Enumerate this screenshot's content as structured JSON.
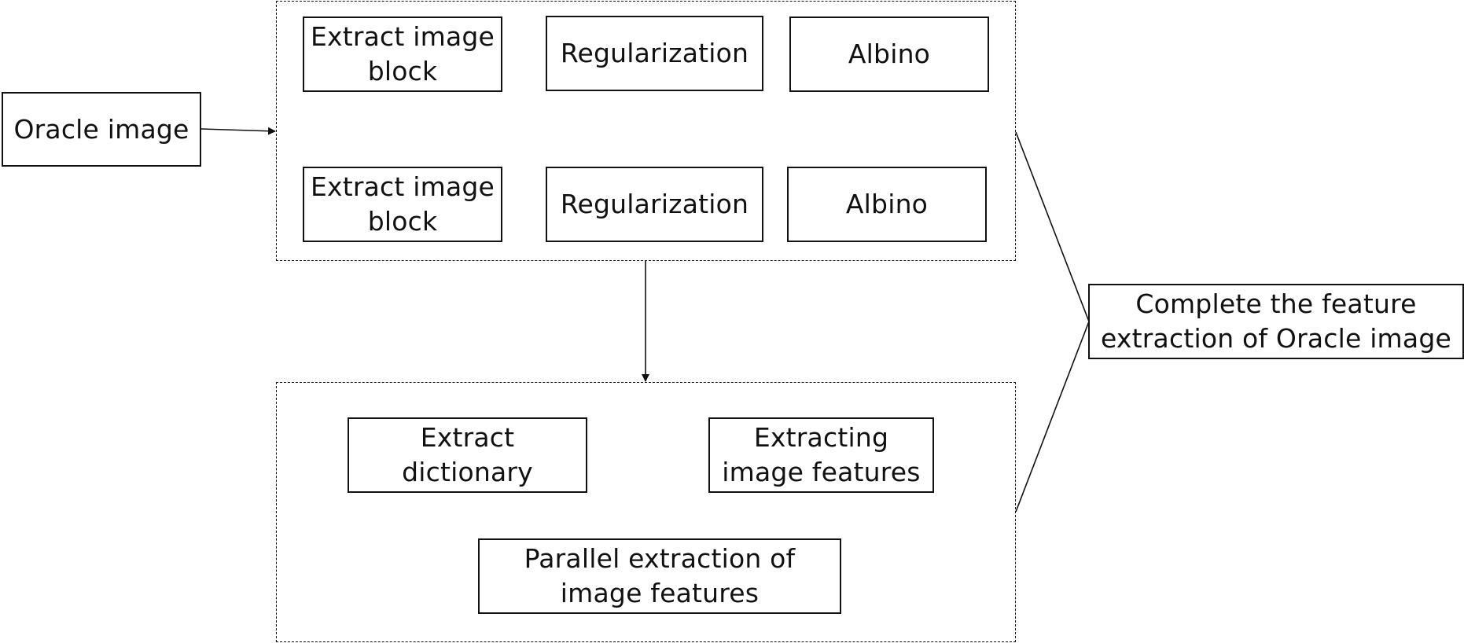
{
  "diagram": {
    "nodes": {
      "oracle_image": "Oracle image",
      "extract_block_1": "Extract image\nblock",
      "regularization_1": "Regularization",
      "albino_1": "Albino",
      "extract_block_2": "Extract image\nblock",
      "regularization_2": "Regularization",
      "albino_2": "Albino",
      "extract_dictionary": "Extract\ndictionary",
      "extracting_image_features": "Extracting\nimage features",
      "parallel_extraction": "Parallel extraction of\nimage features",
      "complete_feature_extraction": "Complete the feature\nextraction of Oracle image"
    },
    "groups": [
      "preprocessing-group",
      "feature-group"
    ],
    "edges": [
      {
        "from": "oracle_image",
        "to": "preprocessing-group",
        "arrow": true
      },
      {
        "from": "preprocessing-group",
        "to": "feature-group",
        "arrow": true
      },
      {
        "from": "preprocessing-group",
        "to": "complete_feature_extraction",
        "arrow": false
      },
      {
        "from": "feature-group",
        "to": "complete_feature_extraction",
        "arrow": false
      }
    ]
  },
  "colors": {
    "stroke": "#111111",
    "background": "#ffffff"
  }
}
